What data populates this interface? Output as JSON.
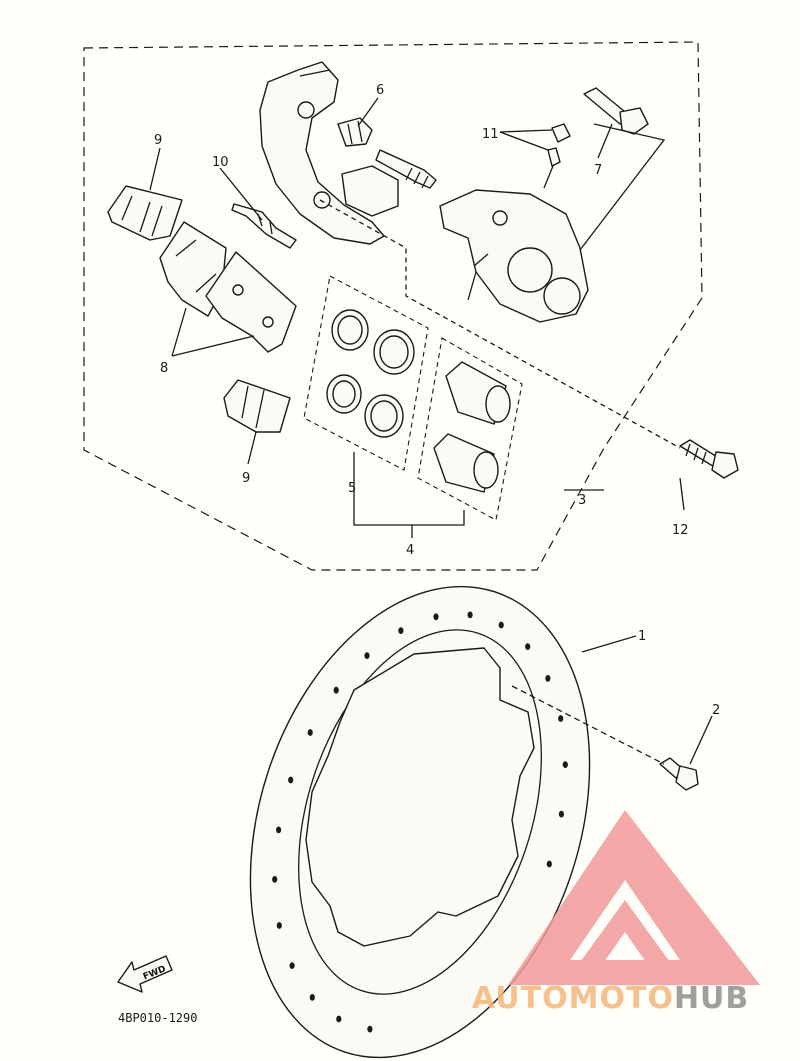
{
  "callouts": {
    "c1": "1",
    "c2": "2",
    "c3": "3",
    "c4": "4",
    "c5": "5",
    "c6": "6",
    "c7": "7",
    "c8": "8",
    "c9a": "9",
    "c9b": "9",
    "c10": "10",
    "c11": "11",
    "c12": "12"
  },
  "diagram_code": "4BP010-1290",
  "fwd_label": "FWD",
  "watermark": {
    "part1": "AUTOMOTO",
    "part2": "HUB",
    "color_logo": "#f29a9a",
    "color_text1": "#f5b77a",
    "color_text2": "#8f8f8f"
  }
}
